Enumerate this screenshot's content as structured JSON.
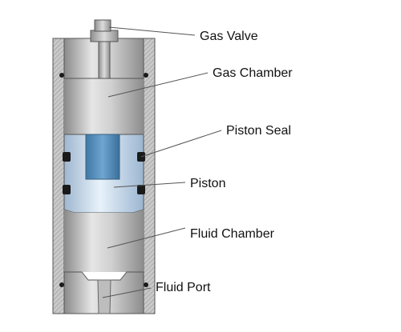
{
  "diagram": {
    "labels": {
      "gas_valve": "Gas Valve",
      "gas_chamber": "Gas Chamber",
      "piston_seal": "Piston Seal",
      "piston": "Piston",
      "fluid_chamber": "Fluid Chamber",
      "fluid_port": "Fluid Port"
    }
  }
}
